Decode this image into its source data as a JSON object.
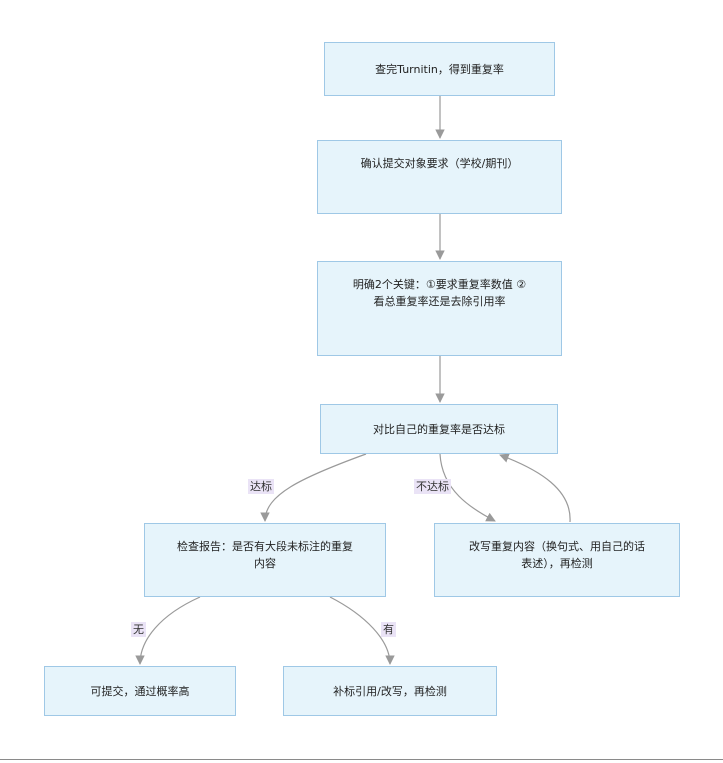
{
  "nodes": {
    "check_turnitin": "查完Turnitin，得到重复率",
    "confirm_target": "确认提交对象要求（学校/期刊）",
    "two_keys": "明确2个关键：①要求重复率数值 ②\n看总重复率还是去除引用率",
    "compare": "对比自己的重复率是否达标",
    "check_report": "检查报告：是否有大段未标注的重复\n内容",
    "rewrite": "改写重复内容（换句式、用自己的话\n表述），再检测",
    "can_submit": "可提交，通过概率高",
    "add_citation": "补标引用/改写，再检测"
  },
  "edge_labels": {
    "pass": "达标",
    "fail": "不达标",
    "none": "无",
    "has": "有"
  },
  "colors": {
    "node_fill": "#e6f4fb",
    "node_border": "#9fc8e6",
    "edge": "#9a9a9a",
    "edge_label_bg": "#eae3f6"
  }
}
